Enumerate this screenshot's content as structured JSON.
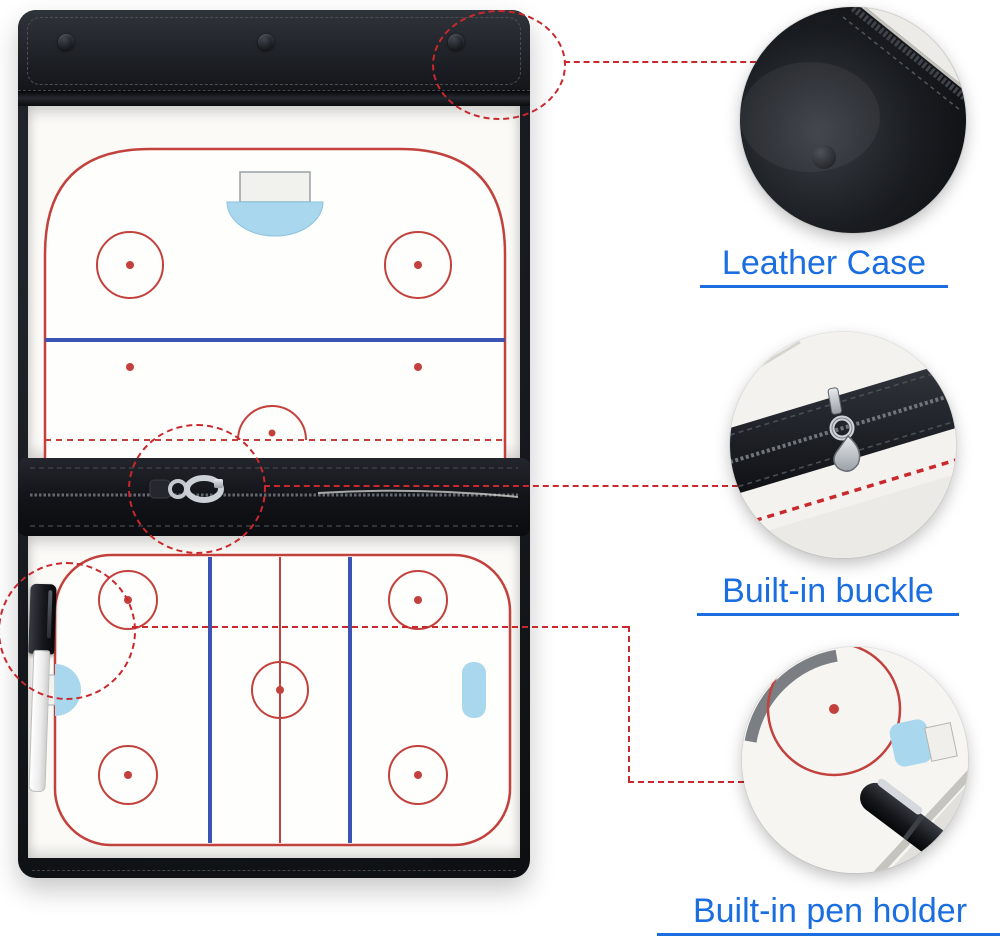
{
  "callouts": [
    {
      "id": "leather-case",
      "label": "Leather Case"
    },
    {
      "id": "built-in-buckle",
      "label": "Built-in buckle"
    },
    {
      "id": "built-in-pen-holder",
      "label": "Built-in pen holder"
    }
  ],
  "colors": {
    "label_blue": "#1a6ee0",
    "annotation_red": "#c9282d",
    "rink_line_red": "#c2413c",
    "rink_line_blue": "#3b55b5",
    "crease_blue": "#a9d7ee",
    "leather_black": "#15181c",
    "board_white": "#fbfaf7"
  }
}
